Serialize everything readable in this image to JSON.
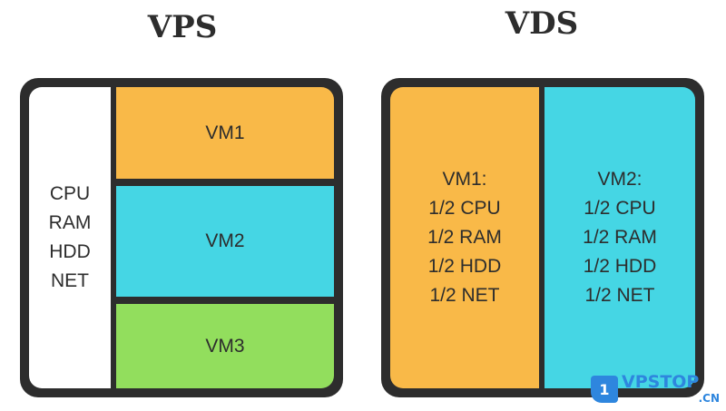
{
  "vps": {
    "title": "VPS",
    "resources": [
      "CPU",
      "RAM",
      "HDD",
      "NET"
    ],
    "vms": [
      "VM1",
      "VM2",
      "VM3"
    ]
  },
  "vds": {
    "title": "VDS",
    "vms": [
      {
        "name": "VM1:",
        "lines": [
          "1/2 CPU",
          "1/2 RAM",
          "1/2 HDD",
          "1/2 NET"
        ]
      },
      {
        "name": "VM2:",
        "lines": [
          "1/2 CPU",
          "1/2 RAM",
          "1/2 HDD",
          "1/2 NET"
        ]
      }
    ]
  },
  "watermark": {
    "badge": "1",
    "name": "VPSTOP",
    "tld": ".CN"
  },
  "colors": {
    "frame": "#2d2d2d",
    "vm_orange": "#f9b948",
    "vm_cyan": "#45d6e4",
    "vm_green": "#92de5d",
    "brand_blue": "#2e86de"
  }
}
